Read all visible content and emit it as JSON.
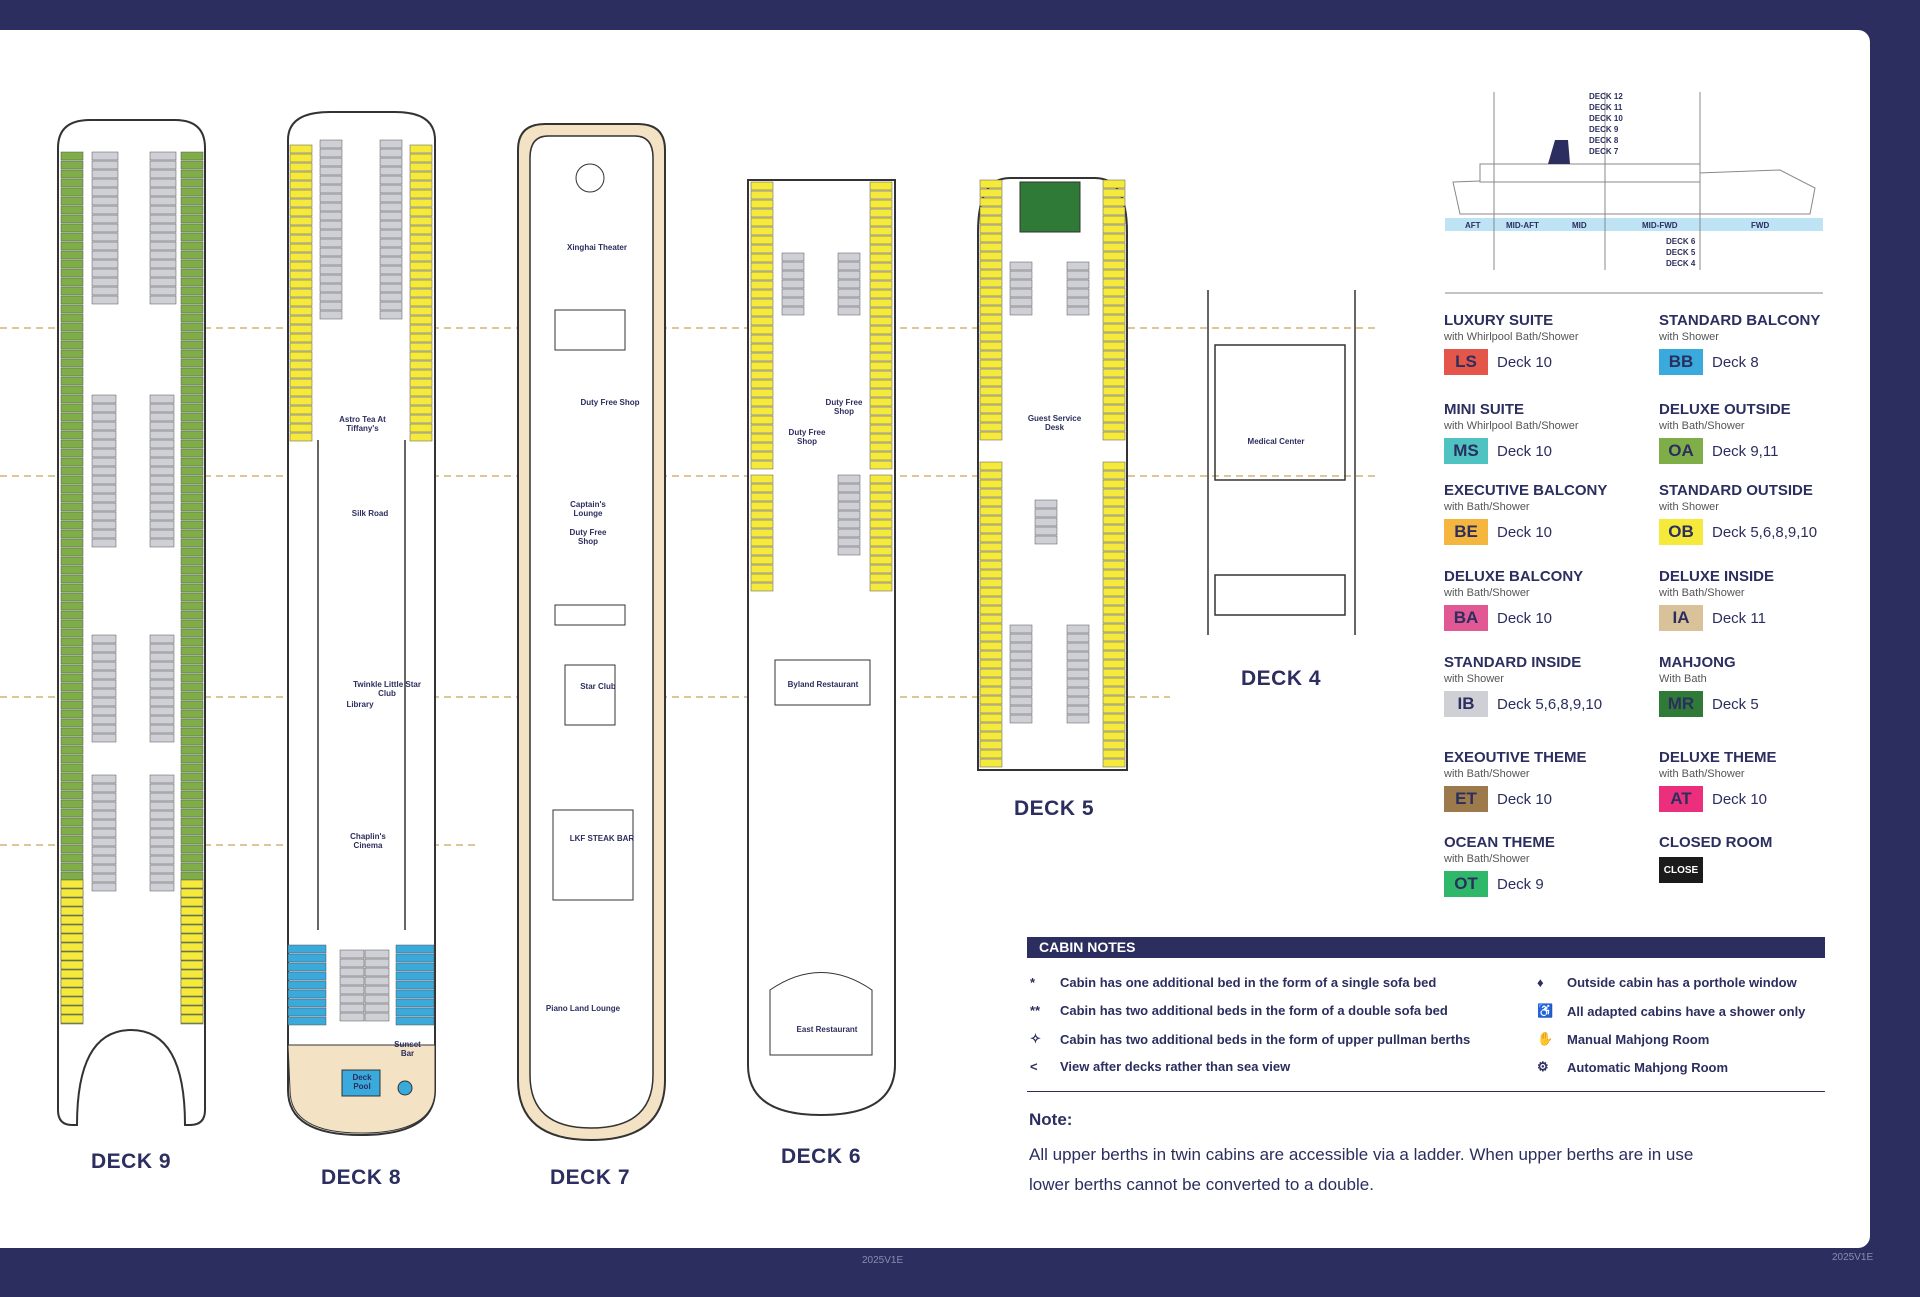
{
  "version_label": "2025V1E",
  "decks": [
    {
      "id": "deck-9",
      "label": "DECK 9"
    },
    {
      "id": "deck-8",
      "label": "DECK 8"
    },
    {
      "id": "deck-7",
      "label": "DECK 7"
    },
    {
      "id": "deck-6",
      "label": "DECK 6"
    },
    {
      "id": "deck-5",
      "label": "DECK 5"
    },
    {
      "id": "deck-4",
      "label": "DECK 4"
    }
  ],
  "venues": {
    "xinghai_theater": "Xinghai Theater",
    "duty_free_shop": "Duty Free Shop",
    "captains_lounge": "Captain's Lounge",
    "duty_free_shop_2": "Duty Free Shop",
    "star_club": "Star Club",
    "lkf_steak_bar": "LKF STEAK BAR",
    "piano_land_lounge": "Piano Land Lounge",
    "astro_tea": "Astro Tea At Tiffany's",
    "silk_road": "Silk Road",
    "twinkle_star_club": "Twinkle Little Star Club",
    "library": "Library",
    "chaplins_cinema": "Chaplin's Cinema",
    "sunset_bar": "Sunset Bar",
    "deck_pool": "Deck Pool",
    "byland_restaurant": "Byland Restaurant",
    "east_restaurant": "East Restaurant",
    "duty_free_shop_6a": "Duty Free Shop",
    "duty_free_shop_6b": "Duty Free Shop",
    "guest_service_desk": "Guest Service Desk",
    "medical_center": "Medical Center"
  },
  "ship_profile": {
    "deck_levels_top": [
      "DECK 12",
      "DECK 11",
      "DECK 10",
      "DECK 9",
      "DECK 8",
      "DECK 7"
    ],
    "deck_levels_bottom": [
      "DECK 6",
      "DECK 5",
      "DECK 4"
    ],
    "zones": [
      "AFT",
      "MID-AFT",
      "MID",
      "MID-FWD",
      "FWD"
    ]
  },
  "legend": [
    {
      "title": "LUXURY SUITE",
      "sub": "with Whirlpool Bath/Shower",
      "code": "LS",
      "color": "#e4554a",
      "decks": "Deck 10"
    },
    {
      "title": "STANDARD BALCONY",
      "sub": "with Shower",
      "code": "BB",
      "color": "#3aa9dc",
      "decks": "Deck 8"
    },
    {
      "title": "MINI SUITE",
      "sub": "with Whirlpool Bath/Shower",
      "code": "MS",
      "color": "#4ec3c1",
      "decks": "Deck 10"
    },
    {
      "title": "DELUXE OUTSIDE",
      "sub": "with Bath/Shower",
      "code": "OA",
      "color": "#7fae48",
      "decks": "Deck 9,11"
    },
    {
      "title": "EXECUTIVE BALCONY",
      "sub": "with Bath/Shower",
      "code": "BE",
      "color": "#f4b63e",
      "decks": "Deck 10"
    },
    {
      "title": "STANDARD OUTSIDE",
      "sub": "with Shower",
      "code": "OB",
      "color": "#f5ea3b",
      "decks": "Deck 5,6,8,9,10"
    },
    {
      "title": "DELUXE BALCONY",
      "sub": "with Bath/Shower",
      "code": "BA",
      "color": "#e25894",
      "decks": "Deck 10"
    },
    {
      "title": "DELUXE INSIDE",
      "sub": "with Bath/Shower",
      "code": "IA",
      "color": "#d9c19a",
      "decks": "Deck 11"
    },
    {
      "title": "STANDARD INSIDE",
      "sub": "with Shower",
      "code": "IB",
      "color": "#cfcfd6",
      "decks": "Deck 5,6,8,9,10"
    },
    {
      "title": "MAHJONG",
      "sub": "With Bath",
      "code": "MR",
      "color": "#2f7a36",
      "decks": "Deck 5"
    },
    {
      "title": "EXEOUTIVE THEME",
      "sub": "with Bath/Shower",
      "code": "ET",
      "color": "#9c7a4c",
      "decks": "Deck 10"
    },
    {
      "title": "DELUXE THEME",
      "sub": "with Bath/Shower",
      "code": "AT",
      "color": "#ec2f7c",
      "decks": "Deck 10"
    },
    {
      "title": "OCEAN THEME",
      "sub": "with Bath/Shower",
      "code": "OT",
      "color": "#2fb86a",
      "decks": "Deck 9"
    },
    {
      "title": "CLOSED ROOM",
      "sub": "",
      "code": "CLOSE",
      "color": "#1b1b1b",
      "decks": ""
    }
  ],
  "cabin_notes": {
    "header": "CABIN NOTES",
    "items_left": [
      {
        "symbol": "*",
        "text": "Cabin has one additional bed in the form of a single sofa bed"
      },
      {
        "symbol": "**",
        "text": "Cabin has two additional beds in the form of a double sofa bed"
      },
      {
        "symbol": "✧",
        "text": "Cabin has two additional beds in the form of upper pullman berths"
      },
      {
        "symbol": "<",
        "text": "View after decks rather than sea view"
      }
    ],
    "items_right": [
      {
        "symbol": "♦",
        "text": "Outside cabin has a porthole window"
      },
      {
        "symbol": "♿",
        "text": "All adapted cabins have a shower only"
      },
      {
        "symbol": "✋",
        "text": "Manual Mahjong Room"
      },
      {
        "symbol": "⚙",
        "text": "Automatic Mahjong Room"
      }
    ]
  },
  "note": {
    "title": "Note:",
    "text": "All upper berths in twin cabins are accessible via a ladder. When upper berths are in use lower berths cannot be converted to a double."
  }
}
